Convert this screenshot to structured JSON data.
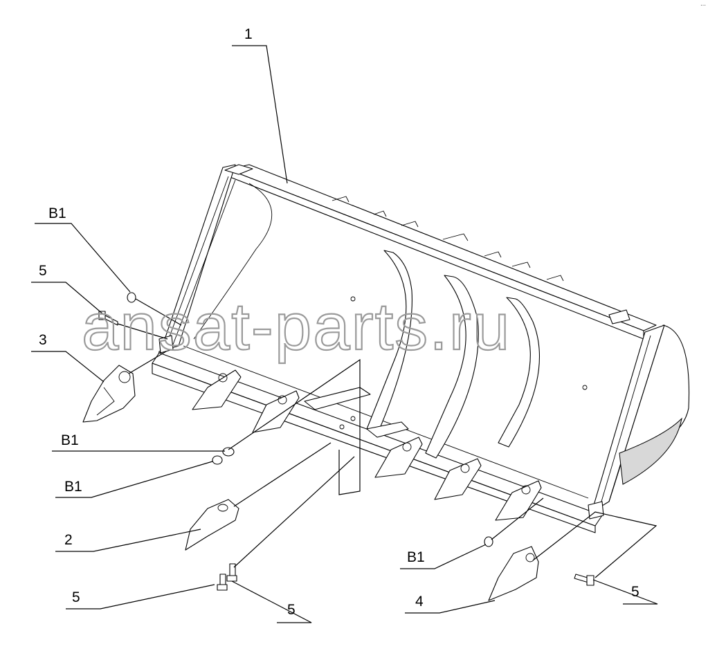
{
  "watermark": "ansat-parts.ru",
  "corner_mark": "···",
  "callouts": {
    "c1": "1",
    "b1_top": "B1",
    "c5_left": "5",
    "c3": "3",
    "b1_mid_a": "B1",
    "b1_mid_b": "B1",
    "c2": "2",
    "c5_bottom_a": "5",
    "c5_bottom_b": "5",
    "b1_right": "B1",
    "c4": "4",
    "c5_right": "5"
  }
}
